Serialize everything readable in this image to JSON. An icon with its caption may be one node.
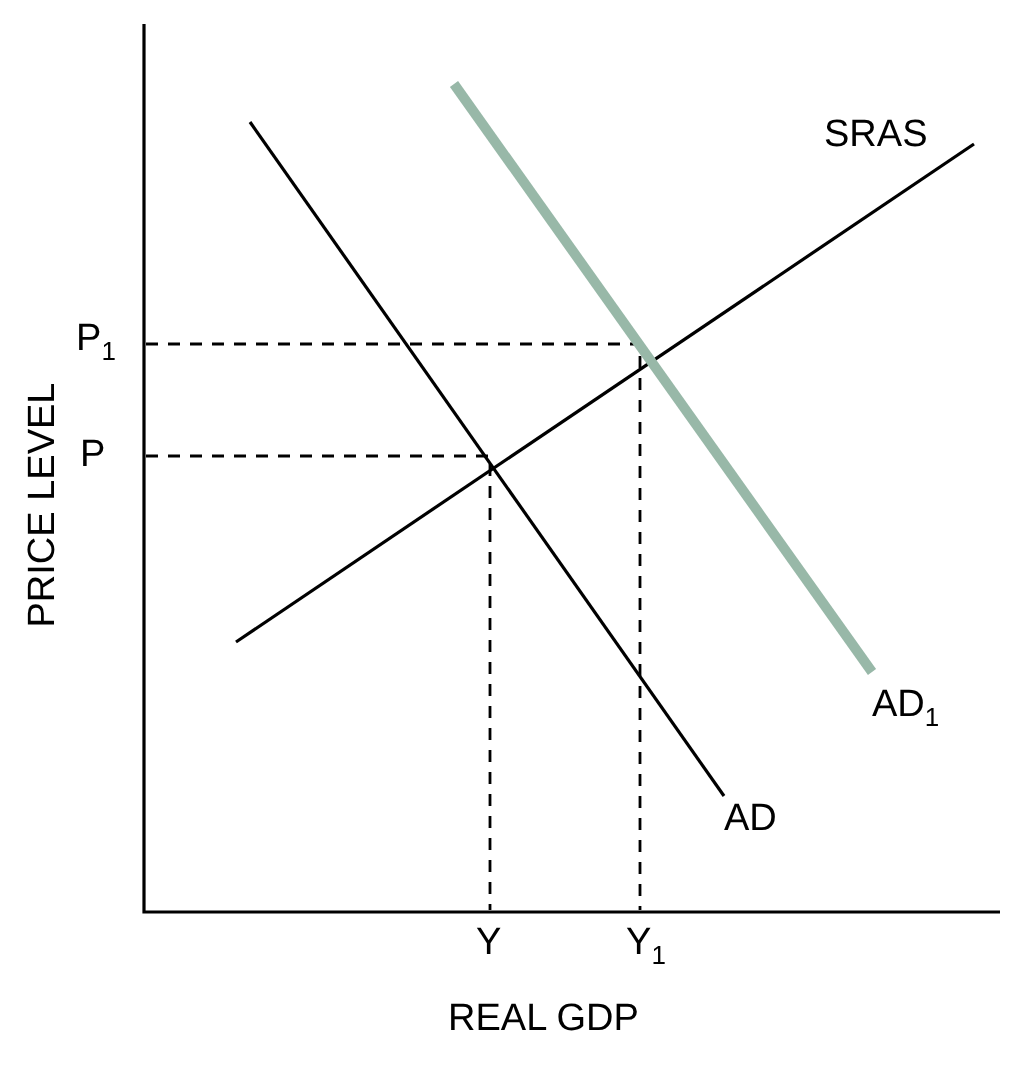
{
  "diagram": {
    "labels": [
      "SRAS",
      "P$_{1}$",
      "P",
      "AD$_{1}$",
      "AD",
      "Y",
      "Y$_{1}$",
      "REAL GDP",
      "PRICE LEVEL"
    ]
  }
}
